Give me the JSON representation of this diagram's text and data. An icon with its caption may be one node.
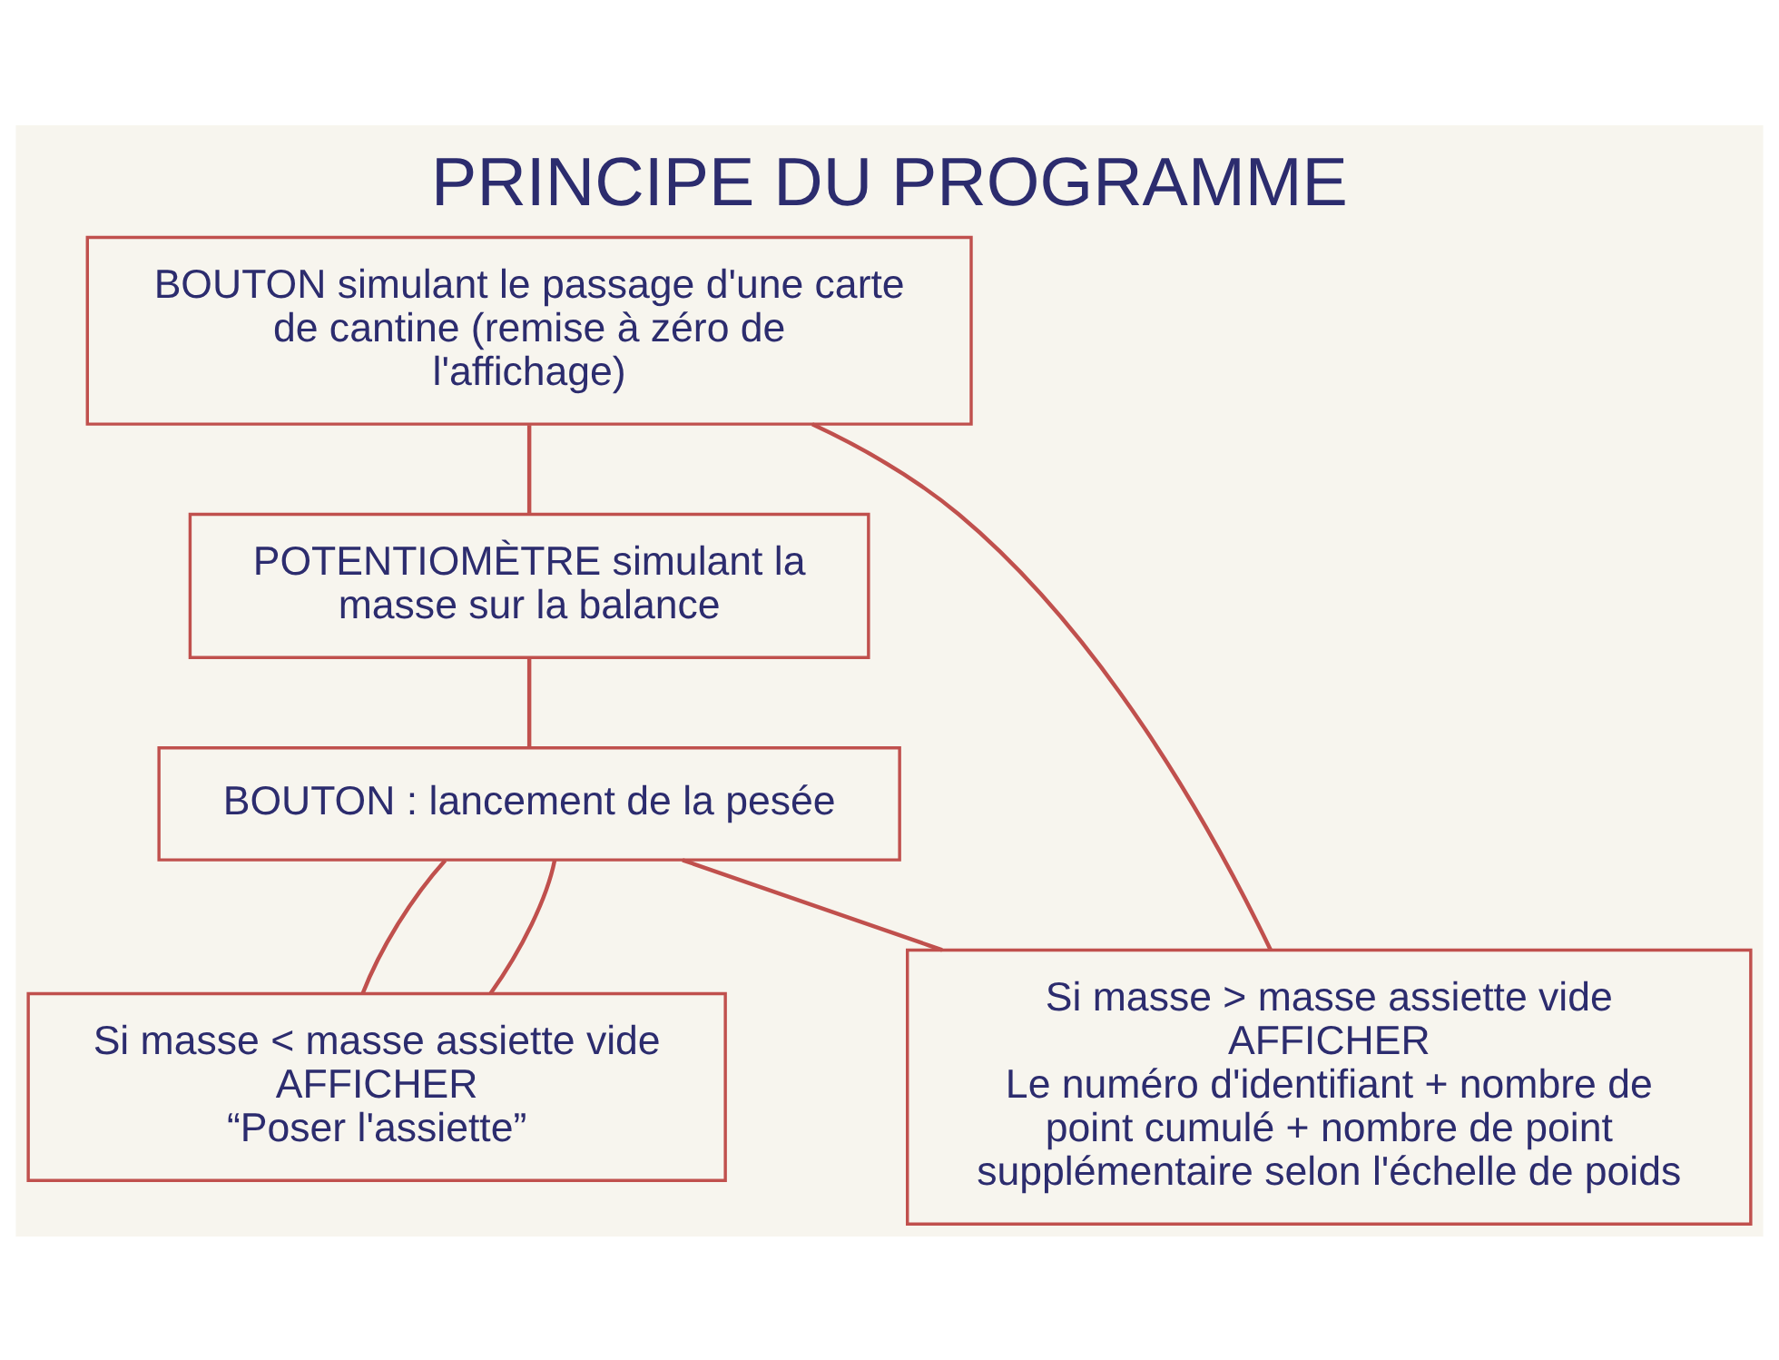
{
  "diagram": {
    "title": "PRINCIPE DU PROGRAMME",
    "nodes": [
      {
        "text": [
          "BOUTON simulant le passage d'une carte de cantine (remise à zéro de l'affichage)"
        ]
      },
      {
        "text": [
          "POTENTIOMÈTRE simulant la masse sur la balance"
        ]
      },
      {
        "text": [
          "BOUTON : lancement de la pesée"
        ]
      },
      {
        "text": [
          "Si masse < masse assiette vide",
          "AFFICHER",
          "“Poser l'assiette”"
        ]
      },
      {
        "text": [
          "Si masse > masse assiette vide",
          "AFFICHER",
          "Le numéro d'identifiant + nombre de point cumulé + nombre de point supplémentaire selon l'échelle de poids"
        ]
      }
    ],
    "edges": [
      {
        "from": 0,
        "to": 1,
        "arrow": "none"
      },
      {
        "from": 1,
        "to": 2,
        "arrow": "none"
      },
      {
        "from": 2,
        "to": 3,
        "arrow": "none"
      },
      {
        "from": 2,
        "to": 4,
        "arrow": "none"
      },
      {
        "from": 3,
        "to": 2,
        "arrow": "none"
      },
      {
        "from": 4,
        "to": 0,
        "arrow": "none"
      }
    ]
  }
}
